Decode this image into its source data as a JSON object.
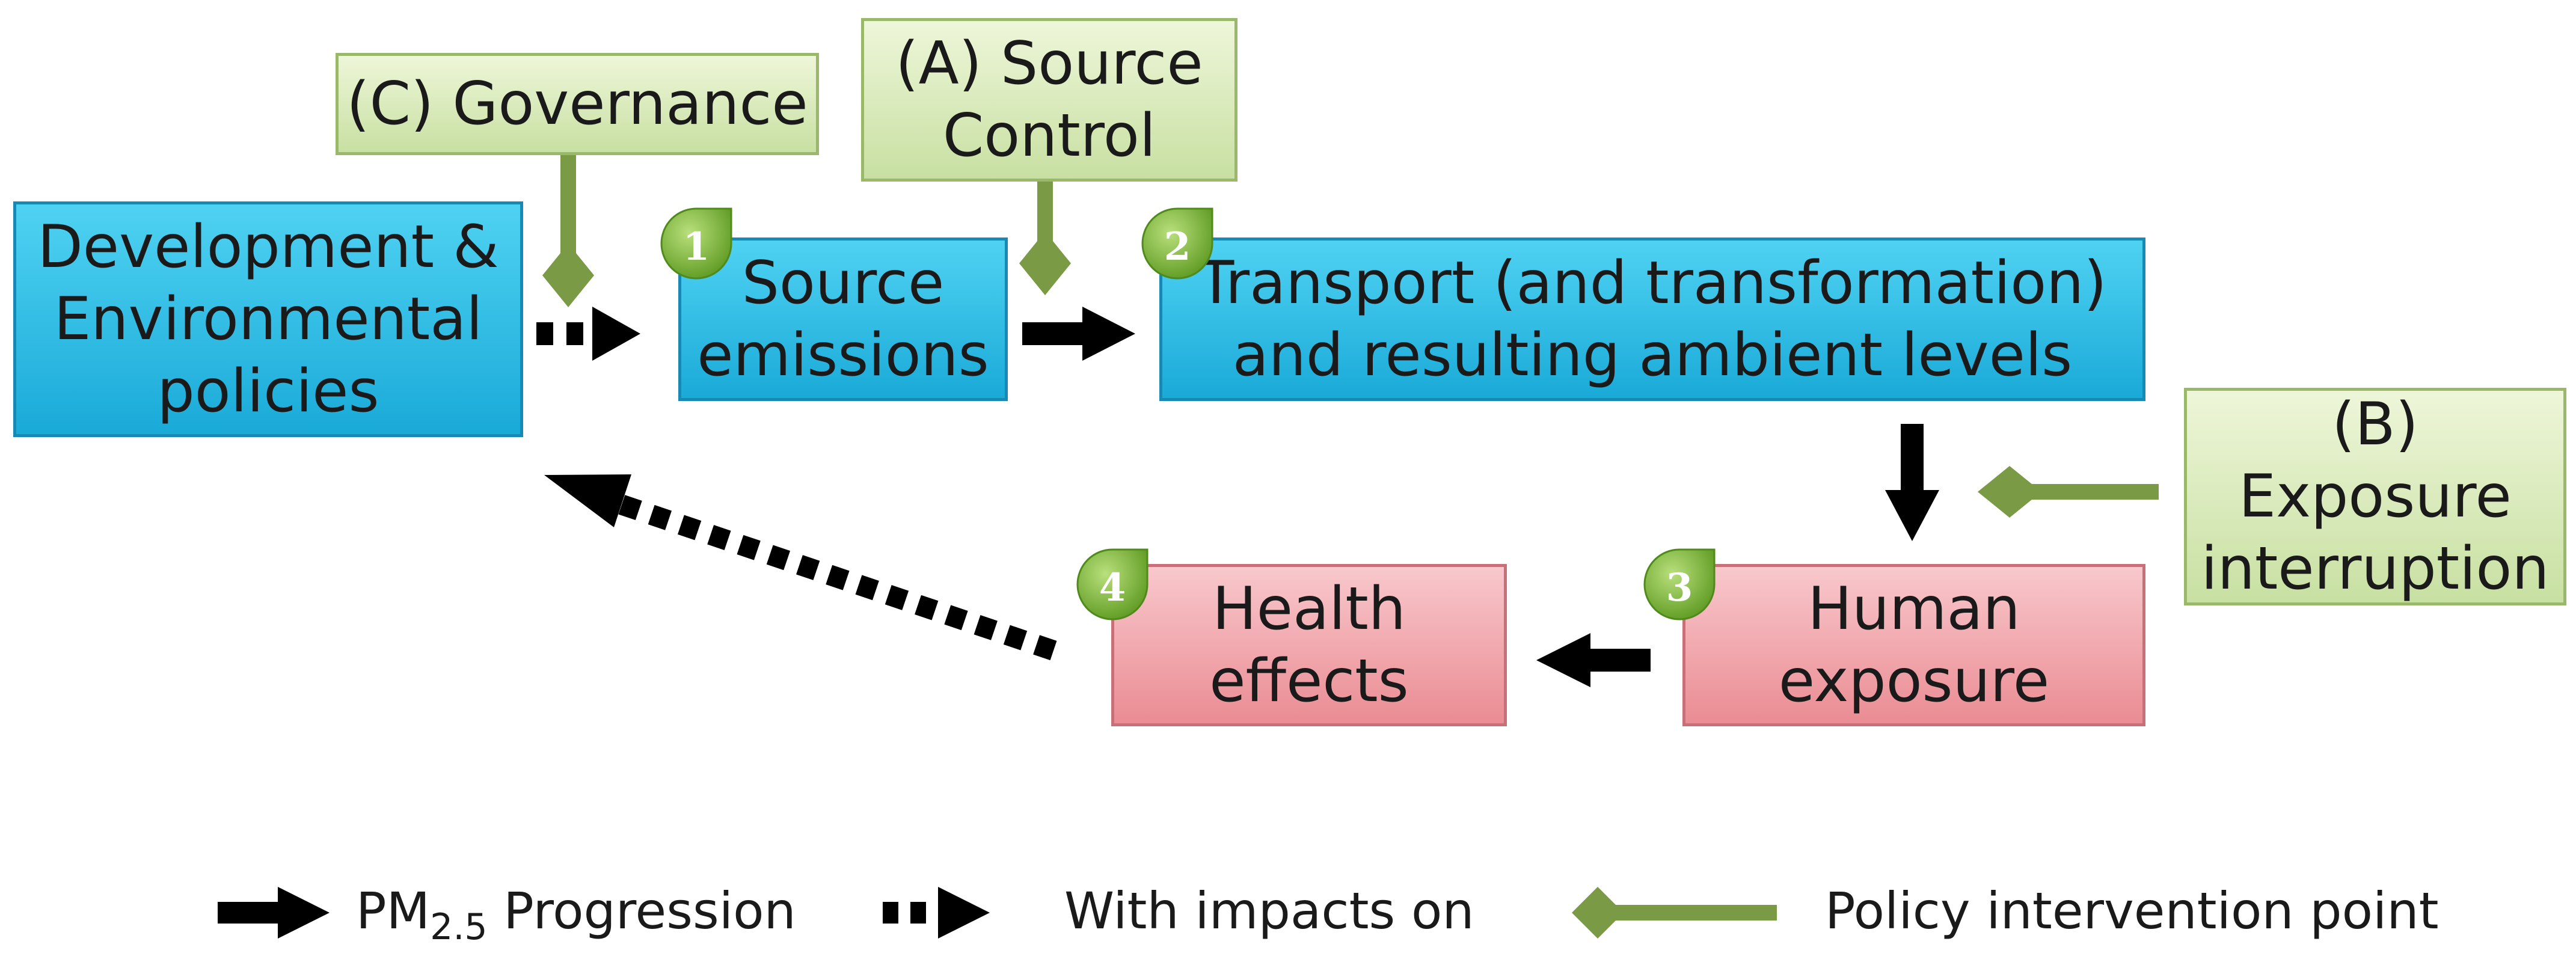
{
  "nodes": {
    "development": {
      "label": "Development &\nEnvironmental\npolicies"
    },
    "source_emissions": {
      "label": "Source\nemissions",
      "step": "1"
    },
    "transport": {
      "label": "Transport (and transformation)\nand resulting ambient levels",
      "step": "2"
    },
    "human_exposure": {
      "label": "Human\nexposure",
      "step": "3"
    },
    "health_effects": {
      "label": "Health\neffects",
      "step": "4"
    }
  },
  "interventions": {
    "governance": {
      "label": "(C) Governance"
    },
    "source_control": {
      "label": "(A) Source\nControl"
    },
    "exposure_interruption": {
      "label": "(B) Exposure\ninterruption"
    }
  },
  "legend": {
    "progression_prefix": "PM",
    "progression_sub": "2.5",
    "progression_suffix": " Progression",
    "impacts": "With impacts on",
    "policy": "Policy intervention point"
  },
  "colors": {
    "node_blue": "#29b6e2",
    "node_pink": "#f0a3a9",
    "intervention_green": "#d8eab7",
    "policy_arrow": "#7a9a45",
    "step_badge": "#7cb43a",
    "arrow": "#000000"
  }
}
